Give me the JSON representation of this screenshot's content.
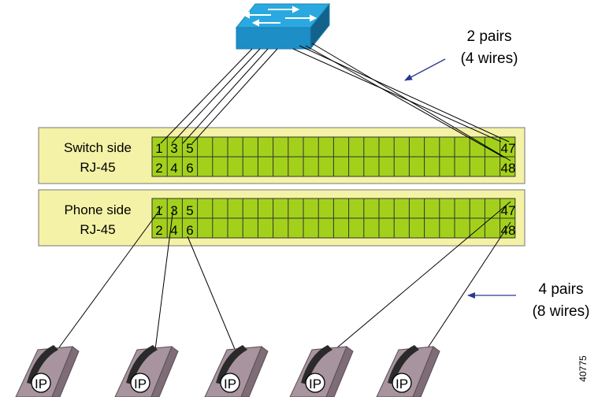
{
  "annotations": {
    "top": {
      "line1": "2 pairs",
      "line2": "(4 wires)"
    },
    "right": {
      "line1": "4 pairs",
      "line2": "(8 wires)"
    }
  },
  "patch_panels": {
    "switch_side": {
      "label1": "Switch side",
      "label2": "RJ-45",
      "top_ports": [
        "1",
        "3",
        "5"
      ],
      "bottom_ports": [
        "2",
        "4",
        "6"
      ],
      "last_top": "47",
      "last_bottom": "48"
    },
    "phone_side": {
      "label1": "Phone side",
      "label2": "RJ-45",
      "top_ports": [
        "1",
        "3",
        "5"
      ],
      "bottom_ports": [
        "2",
        "4",
        "6"
      ],
      "last_top": "47",
      "last_bottom": "48"
    }
  },
  "phone_label": "IP",
  "figure_id": "40775",
  "colors": {
    "panel_fill": "#f4f2a6",
    "port_fill": "#a3d11b",
    "switch_top": "#2aa9e0",
    "phone_body": "#a7949e",
    "arrow": "#2b3990"
  }
}
